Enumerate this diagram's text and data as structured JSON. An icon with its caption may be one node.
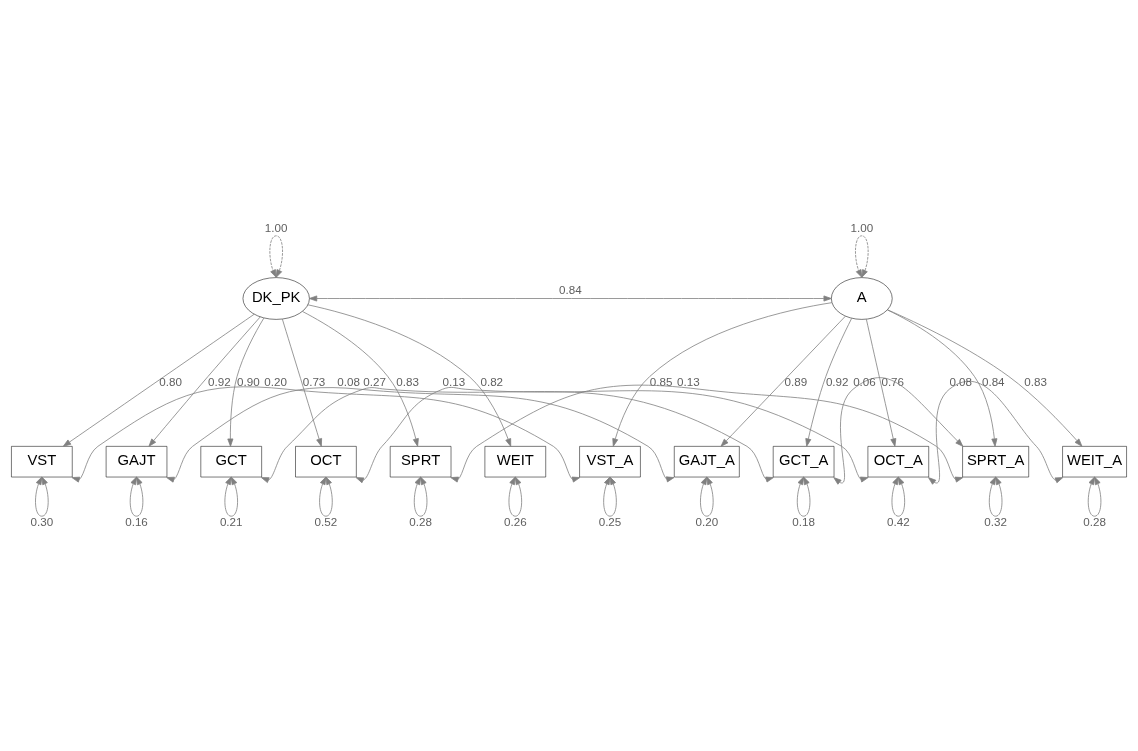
{
  "diagram": {
    "nodes": [
      {
        "text": [
          "DK_PK"
        ]
      },
      {
        "text": [
          "A"
        ]
      },
      {
        "text": [
          "VST"
        ]
      },
      {
        "text": [
          "GAJT"
        ]
      },
      {
        "text": [
          "GCT"
        ]
      },
      {
        "text": [
          "OCT"
        ]
      },
      {
        "text": [
          "SPRT"
        ]
      },
      {
        "text": [
          "WEIT"
        ]
      },
      {
        "text": [
          "VST_A"
        ]
      },
      {
        "text": [
          "GAJT_A"
        ]
      },
      {
        "text": [
          "GCT_A"
        ]
      },
      {
        "text": [
          "OCT_A"
        ]
      },
      {
        "text": [
          "SPRT_A"
        ]
      },
      {
        "text": [
          "WEIT_A"
        ]
      }
    ],
    "edges": [
      {
        "from": 0,
        "to": 0,
        "arrow": "both",
        "label": "1.00",
        "style": "dashed"
      },
      {
        "from": 1,
        "to": 1,
        "arrow": "both",
        "label": "1.00",
        "style": "dashed"
      },
      {
        "from": 0,
        "to": 1,
        "arrow": "both",
        "label": "0.84"
      },
      {
        "from": 0,
        "to": 2,
        "arrow": "to",
        "label": "0.80"
      },
      {
        "from": 0,
        "to": 3,
        "arrow": "to",
        "label": "0.92"
      },
      {
        "from": 0,
        "to": 4,
        "arrow": "to",
        "label": "0.90"
      },
      {
        "from": 0,
        "to": 5,
        "arrow": "to",
        "label": "0.73"
      },
      {
        "from": 0,
        "to": 6,
        "arrow": "to",
        "label": "0.83"
      },
      {
        "from": 0,
        "to": 7,
        "arrow": "to",
        "label": "0.82"
      },
      {
        "from": 1,
        "to": 8,
        "arrow": "to",
        "label": "0.85"
      },
      {
        "from": 1,
        "to": 9,
        "arrow": "to",
        "label": "0.89"
      },
      {
        "from": 1,
        "to": 10,
        "arrow": "to",
        "label": "0.92"
      },
      {
        "from": 1,
        "to": 11,
        "arrow": "to",
        "label": "0.76"
      },
      {
        "from": 1,
        "to": 12,
        "arrow": "to",
        "label": "0.84"
      },
      {
        "from": 1,
        "to": 13,
        "arrow": "to",
        "label": "0.83"
      },
      {
        "from": 2,
        "to": 2,
        "arrow": "both",
        "label": "0.30"
      },
      {
        "from": 3,
        "to": 3,
        "arrow": "both",
        "label": "0.16"
      },
      {
        "from": 4,
        "to": 4,
        "arrow": "both",
        "label": "0.21"
      },
      {
        "from": 5,
        "to": 5,
        "arrow": "both",
        "label": "0.52"
      },
      {
        "from": 6,
        "to": 6,
        "arrow": "both",
        "label": "0.28"
      },
      {
        "from": 7,
        "to": 7,
        "arrow": "both",
        "label": "0.26"
      },
      {
        "from": 8,
        "to": 8,
        "arrow": "both",
        "label": "0.25"
      },
      {
        "from": 9,
        "to": 9,
        "arrow": "both",
        "label": "0.20"
      },
      {
        "from": 10,
        "to": 10,
        "arrow": "both",
        "label": "0.18"
      },
      {
        "from": 11,
        "to": 11,
        "arrow": "both",
        "label": "0.42"
      },
      {
        "from": 12,
        "to": 12,
        "arrow": "both",
        "label": "0.32"
      },
      {
        "from": 13,
        "to": 13,
        "arrow": "both",
        "label": "0.28"
      },
      {
        "from": 2,
        "to": 8,
        "arrow": "both",
        "label": "0.20"
      },
      {
        "from": 3,
        "to": 9,
        "arrow": "both",
        "label": "0.08"
      },
      {
        "from": 4,
        "to": 10,
        "arrow": "both",
        "label": "0.27"
      },
      {
        "from": 5,
        "to": 11,
        "arrow": "both",
        "label": "0.13"
      },
      {
        "from": 6,
        "to": 12,
        "arrow": "both",
        "label": "0.13"
      },
      {
        "from": 10,
        "to": 12,
        "arrow": "both",
        "label": "0.06"
      },
      {
        "from": 11,
        "to": 13,
        "arrow": "both",
        "label": "0.08"
      }
    ]
  }
}
